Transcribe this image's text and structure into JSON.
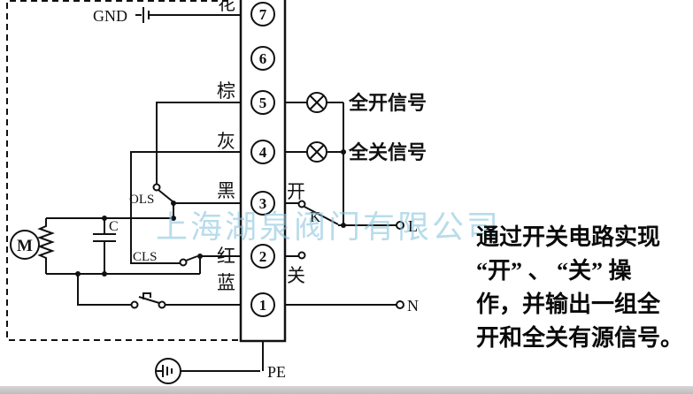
{
  "diagram": {
    "gnd": "GND",
    "top_wire": "花",
    "wires": {
      "brown": "棕",
      "gray": "灰",
      "black": "黑",
      "red": "红",
      "blue": "蓝"
    },
    "terminals": [
      "7",
      "6",
      "5",
      "4",
      "3",
      "2",
      "1"
    ],
    "signal_open": "全开信号",
    "signal_closed": "全关信号",
    "open_label": "开",
    "close_label": "关",
    "k": "K",
    "l": "L",
    "n": "N",
    "ols": "OLS",
    "cls": "CLS",
    "capacitor": "C",
    "motor": "M",
    "pe": "PE"
  },
  "watermark": "上海湖泉阀门有限公司",
  "description": {
    "lines": [
      "通过开关电路实现",
      "“开” 、 “关” 操",
      "作，并输出一组全",
      "开和全关有源信号。"
    ]
  },
  "colors": {
    "line": "#111111",
    "watermark": "#8dc6de",
    "bottom_bar": "#c8c8c8"
  }
}
